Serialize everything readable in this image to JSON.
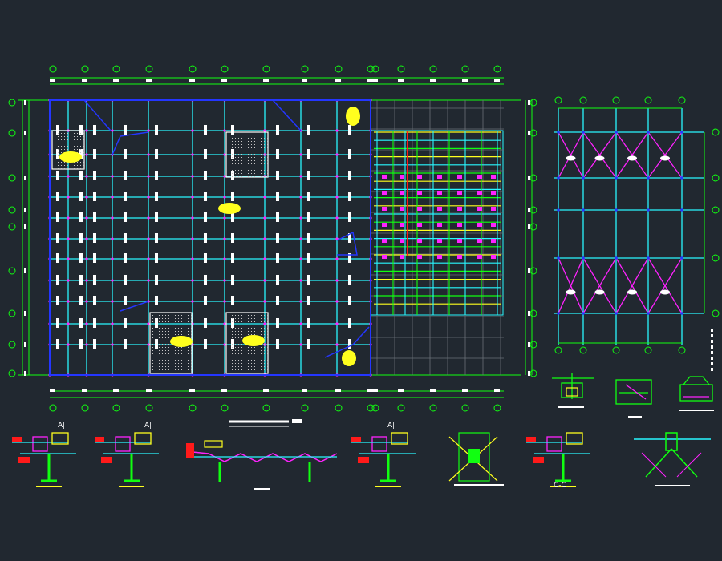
{
  "canvas": {
    "background": "#212830"
  },
  "colors": {
    "grid": "#29f7ff",
    "dimension": "#11ff11",
    "beam": "#2436ff",
    "brace": "#ff22ff",
    "highlight": "#ffff1e",
    "red": "#ff1a1a",
    "white": "#ffffff",
    "hatch": "#c8c8c8"
  },
  "plan": {
    "grid_columns": 15,
    "grid_rows": 9,
    "right_panel_rows": 22
  },
  "bracing_elevation": {
    "bays": 4,
    "grid_lines": 5
  },
  "details": {
    "labels": [
      "A|",
      "A|",
      "A|",
      "C-C"
    ],
    "count": 8
  }
}
